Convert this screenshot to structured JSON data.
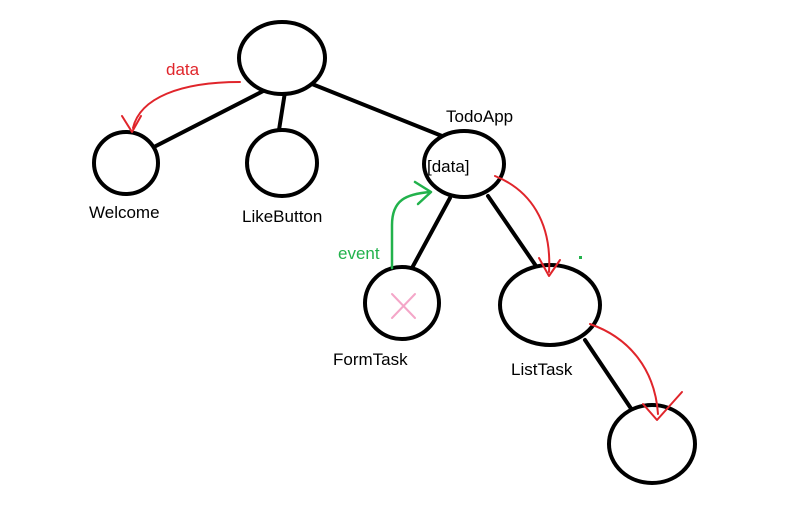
{
  "diagram": {
    "labels": {
      "data_top": "data",
      "welcome": "Welcome",
      "like_button": "LikeButton",
      "todo_app": "TodoApp",
      "todo_app_inner": "[data]",
      "event": "event",
      "form_task": "FormTask",
      "list_task": "ListTask"
    },
    "colors": {
      "data_arrow": "#e0252b",
      "event_arrow": "#22b24c",
      "cross_mark": "#f4a6c8",
      "node_stroke": "#000000"
    }
  }
}
